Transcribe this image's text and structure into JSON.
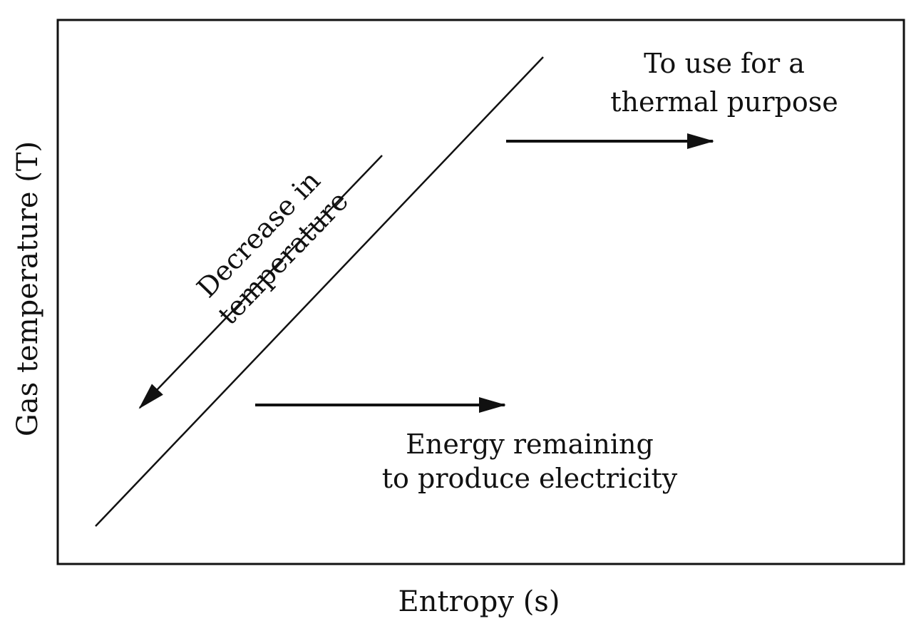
{
  "colors": {
    "ink": "#111111",
    "background": "#ffffff"
  },
  "axes": {
    "x_label": "Entropy (s)",
    "y_label": "Gas temperature (T)"
  },
  "annotations": {
    "thermal": {
      "line1": "To use for a",
      "line2": "thermal purpose"
    },
    "electricity": {
      "line1": "Energy remaining",
      "line2": "to produce electricity"
    },
    "decrease": {
      "line1": "Decrease in",
      "line2": "temperature"
    }
  }
}
